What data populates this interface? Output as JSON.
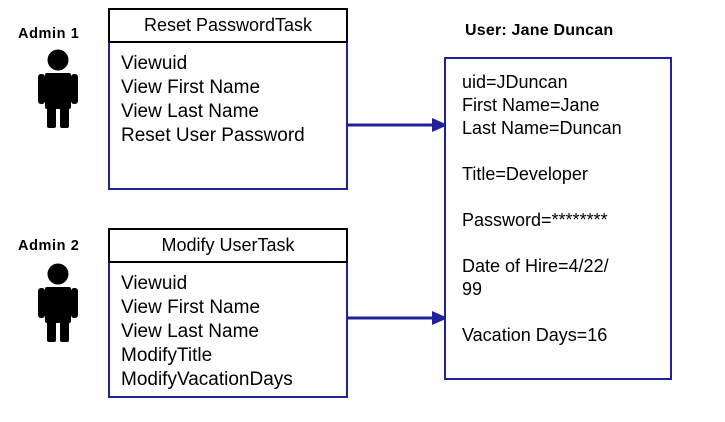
{
  "diagram": {
    "accent_color": "#21219c",
    "line_color": "#000000",
    "actors": [
      {
        "label": "Admin 1",
        "icon": "person-icon"
      },
      {
        "label": "Admin 2",
        "icon": "person-icon"
      }
    ],
    "tasks": [
      {
        "title": "Reset PasswordTask",
        "operations": [
          "Viewuid",
          "View First Name",
          "View Last Name",
          "Reset  User  Password"
        ]
      },
      {
        "title": "Modify UserTask",
        "operations": [
          "Viewuid",
          "View First Name",
          "View Last Name",
          "ModifyTitle",
          "ModifyVacationDays"
        ]
      }
    ],
    "connectors": [
      {
        "from": "reset-password-task",
        "to": "user-object",
        "style": "solid-arrow"
      },
      {
        "from": "modify-user-task",
        "to": "user-object",
        "style": "solid-arrow"
      }
    ],
    "user": {
      "heading": "User: Jane Duncan",
      "attributes": [
        {
          "text": "uid=JDuncan",
          "gap_before": false
        },
        {
          "text": "First Name=Jane",
          "gap_before": false
        },
        {
          "text": "Last Name=Duncan",
          "gap_before": false
        },
        {
          "text": "Title=Developer",
          "gap_before": true
        },
        {
          "text": "Password=********",
          "gap_before": true
        },
        {
          "text": "Date of Hire=4/22/",
          "gap_before": true
        },
        {
          "text": "99",
          "gap_before": false
        },
        {
          "text": "Vacation Days=16",
          "gap_before": true
        }
      ]
    }
  }
}
